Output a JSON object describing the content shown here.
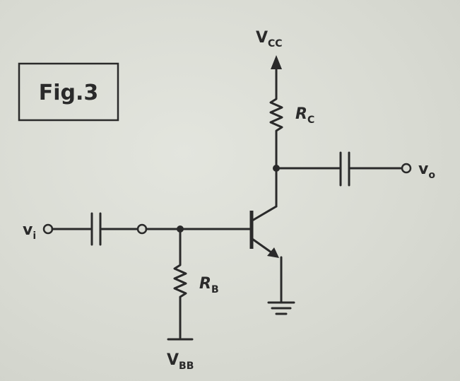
{
  "figure": {
    "label": "Fig.3"
  },
  "labels": {
    "vcc_main": "V",
    "vcc_sub": "CC",
    "rc_main": "R",
    "rc_sub": "C",
    "rb_main": "R",
    "rb_sub": "B",
    "vbb_main": "V",
    "vbb_sub": "BB",
    "vi_main": "v",
    "vi_sub": "i",
    "vo_main": "v",
    "vo_sub": "o"
  }
}
